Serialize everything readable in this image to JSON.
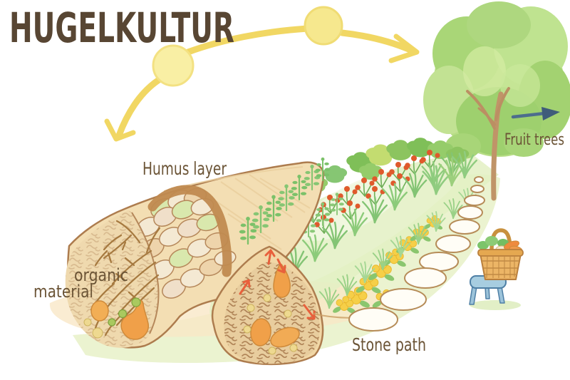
{
  "title": "HUGELKULTUR",
  "labels": {
    "humus_layer": "Humus layer",
    "organic_material_line1": "organic",
    "organic_material_line2": "material",
    "fruit_trees": "Fruit trees",
    "stone_path": "Stone path"
  },
  "illustration": {
    "suns": 2,
    "sun_path_direction": "from upper right toward lower left",
    "airflow_arrows_in_compost": 4,
    "stepping_stones": 10
  },
  "colors": {
    "title_text": "#584633",
    "label_text": "#6b5436",
    "sun_arc_yellow": "#f1d763",
    "sun_fill": "#f8eda0",
    "fruit_tree_arrow_blue": "#4d6d8d",
    "airflow_arrow_red": "#e8603c",
    "mound_tan": "#f3deb3",
    "mound_outline_brown": "#ad7c4e",
    "humus_band_brown": "#c08a50",
    "compost_squiggle_brown": "#a5764a",
    "vegetable_orange": "#f0a049",
    "tree_foliage_green": "#b7dd86",
    "tomato_red": "#df5a2c",
    "flower_yellow": "#f6cf48",
    "stone_outline": "#b68c58",
    "path_wash_green": "#ebf3d0",
    "ground_wash_peach": "#f9e7c5",
    "basket_tan": "#ecb566",
    "stool_blue": "#a7cde0"
  }
}
